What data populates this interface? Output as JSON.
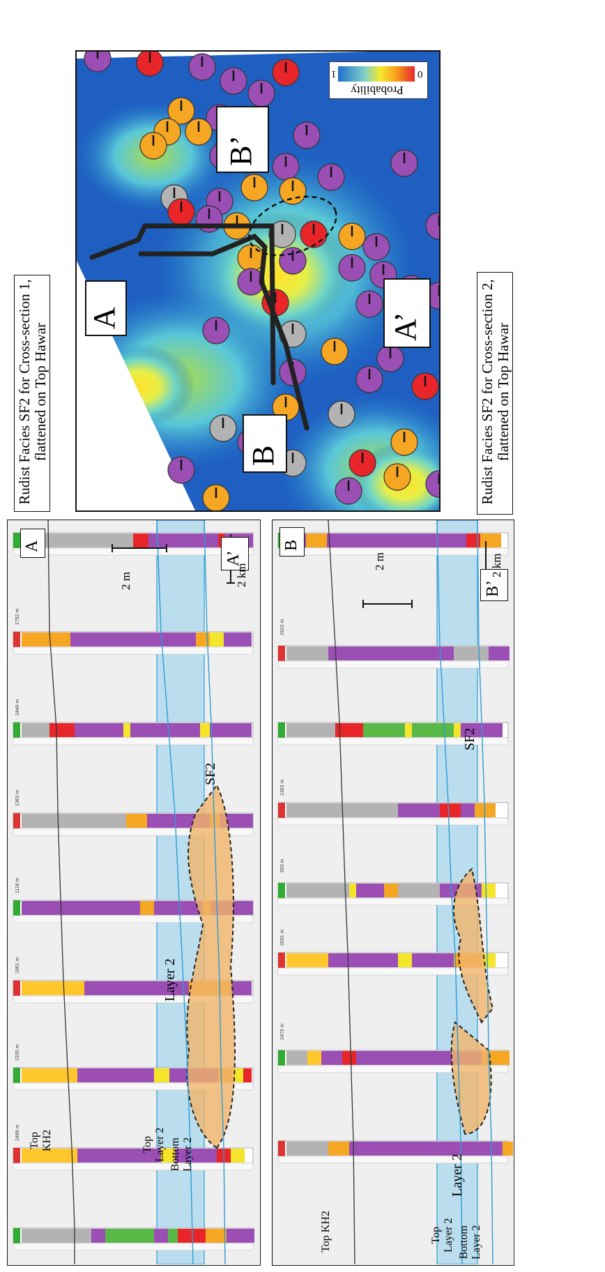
{
  "titles": {
    "section1_line1": "Rudist Facies SF2 for Cross-section 1,",
    "section1_line2": "flattened on Top Hawar",
    "section2_line1": "Rudist Facies SF2 for Cross-section 2,",
    "section2_line2": "flattened on Top Hawar"
  },
  "map": {
    "labels": {
      "A": "A",
      "A_prime": "A’",
      "B": "B",
      "B_prime": "B’"
    },
    "legend": {
      "title": "Probability",
      "high": "1",
      "low": "0"
    }
  },
  "section1": {
    "end_left": "A",
    "end_right": "A’",
    "markers": {
      "top_kh2": [
        "Top",
        "KH2"
      ],
      "top_layer2": [
        "Top",
        "Layer 2"
      ],
      "bottom_layer2": [
        "Bottom",
        "Layer 2"
      ]
    },
    "distances": [
      "1752 m",
      "2449 m",
      "1363 m",
      "1118 m",
      "1861 m",
      "2335 m",
      "2468 m"
    ],
    "body_label": "SF2",
    "layer_label": "Layer 2",
    "scale_vertical": "2 m",
    "scale_horizontal": "2 km"
  },
  "section2": {
    "end_left": "B",
    "end_right": "B’",
    "markers": {
      "top_kh2": [
        "Top KH2"
      ],
      "top_layer2": [
        "Top",
        "Layer 2"
      ],
      "bottom_layer2": [
        "Bottom",
        "Layer 2"
      ]
    },
    "distances": [
      "2922 m",
      "1363 m",
      "993 m",
      "2691 m",
      "2479 m"
    ],
    "body_label": "SF2",
    "layer_label": "Layer 2",
    "scale_vertical": "2 m",
    "scale_horizontal": "2 km"
  },
  "colors": {
    "F1": "#e8262a",
    "F2": "#f5a623",
    "F3": "#9b4fb5",
    "F4": "#f4e52a",
    "F5": "#58b947",
    "F10": "#ffc72c",
    "undef": "#b3b3b3",
    "layer2": "#8fd0ec",
    "sf2": "#f0b46a"
  }
}
